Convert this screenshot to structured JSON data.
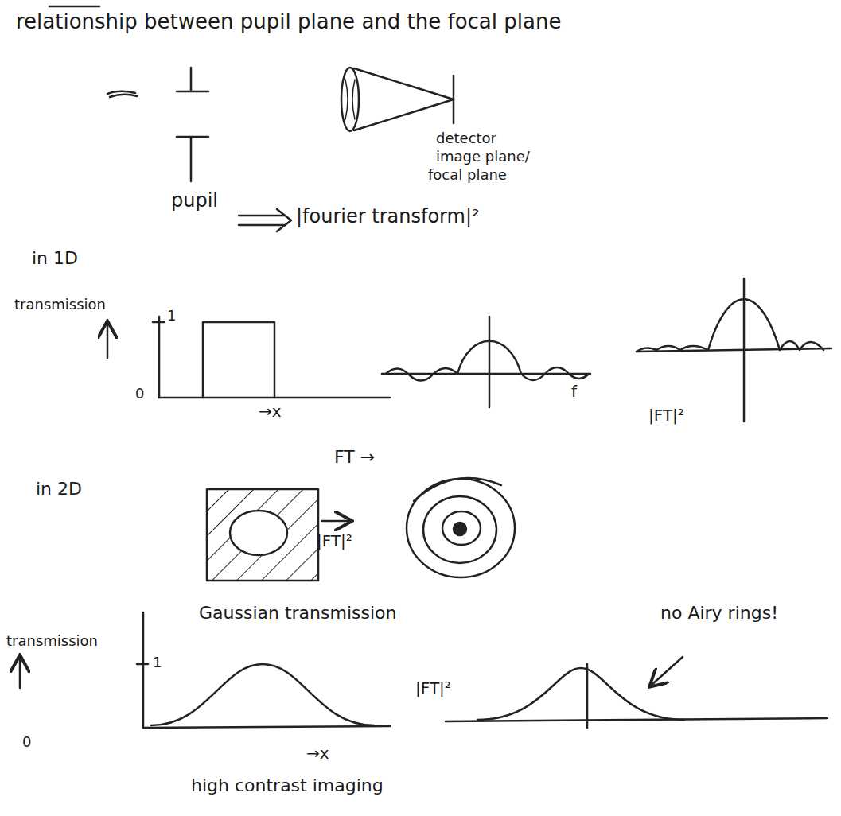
{
  "diagram": {
    "title": "relationship between pupil plane and the focal plane",
    "labels": [
      "pupil",
      "detector",
      "image plane/",
      "focal plane",
      "|fourier transform|²",
      "in 1D",
      "transmission",
      "1",
      "0",
      "→x",
      "f",
      "|FT|²",
      "FT →",
      "in 2D",
      "|FT|²",
      "Gaussian transmission",
      "transmission",
      "1",
      "0",
      "→x",
      "|FT|²",
      "no Airy rings!",
      "high contrast imaging"
    ]
  }
}
